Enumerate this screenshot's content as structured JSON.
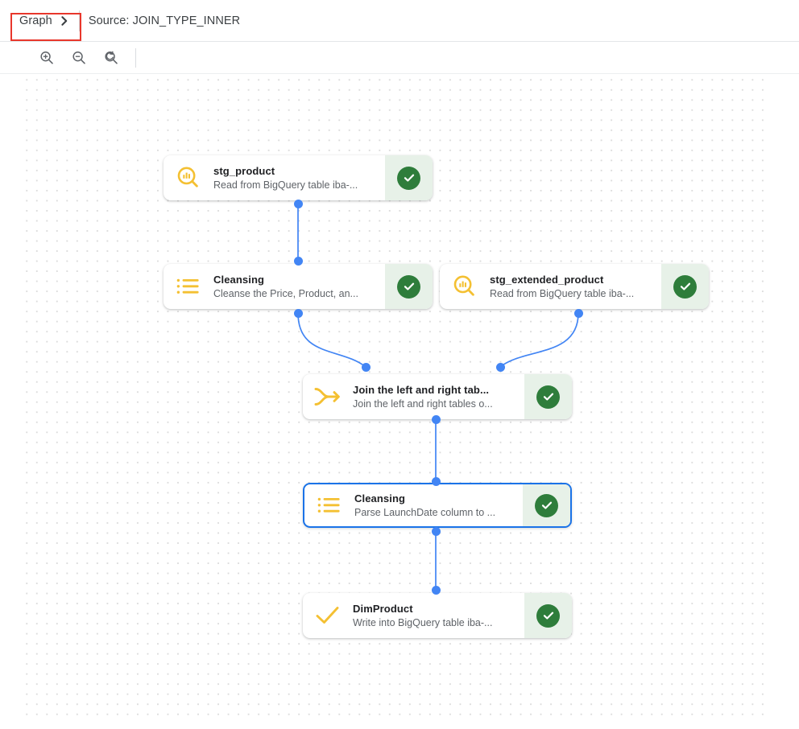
{
  "header": {
    "breadcrumb_root": "Graph",
    "chevron_icon": "chevron-right-icon",
    "source_label": "Source: JOIN_TYPE_INNER",
    "highlight_color": "#e8372c"
  },
  "toolbar": {
    "zoom_in": "zoom-in-icon",
    "zoom_out": "zoom-out-icon",
    "zoom_reset": "zoom-reset-icon"
  },
  "graph": {
    "accent_color": "#4285f4",
    "icon_color": "#f4c032",
    "status_ok_color": "#2e7d3b",
    "status_bg_color": "#e7f1e8",
    "selected_border_color": "#1a73e8",
    "nodes": [
      {
        "id": "stg_product",
        "title": "stg_product",
        "subtitle": "Read from BigQuery table iba-...",
        "icon": "bigquery-source-icon",
        "status": "succeeded",
        "selected": false
      },
      {
        "id": "cleansing_1",
        "title": "Cleansing",
        "subtitle": "Cleanse the Price, Product, an...",
        "icon": "cleansing-list-icon",
        "status": "succeeded",
        "selected": false
      },
      {
        "id": "stg_extended_product",
        "title": "stg_extended_product",
        "subtitle": "Read from BigQuery table iba-...",
        "icon": "bigquery-source-icon",
        "status": "succeeded",
        "selected": false
      },
      {
        "id": "join",
        "title": "Join the left and right tab...",
        "subtitle": "Join the left and right tables o...",
        "icon": "join-merge-icon",
        "status": "succeeded",
        "selected": false
      },
      {
        "id": "cleansing_2",
        "title": "Cleansing",
        "subtitle": "Parse LaunchDate column to ...",
        "icon": "cleansing-list-icon",
        "status": "succeeded",
        "selected": true
      },
      {
        "id": "dimproduct",
        "title": "DimProduct",
        "subtitle": "Write into BigQuery table iba-...",
        "icon": "sink-check-icon",
        "status": "succeeded",
        "selected": false
      }
    ],
    "edges": [
      {
        "from": "stg_product",
        "to": "cleansing_1"
      },
      {
        "from": "cleansing_1",
        "to": "join"
      },
      {
        "from": "stg_extended_product",
        "to": "join"
      },
      {
        "from": "join",
        "to": "cleansing_2"
      },
      {
        "from": "cleansing_2",
        "to": "dimproduct"
      }
    ]
  }
}
